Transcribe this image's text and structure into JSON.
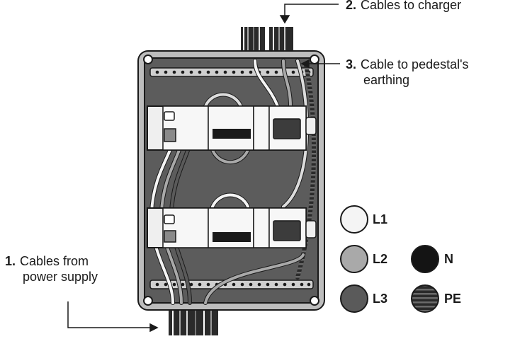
{
  "callouts": {
    "charger": {
      "number": "2.",
      "text": "Cables to charger"
    },
    "earthing": {
      "number": "3.",
      "line1": "Cable to pedestal's",
      "line2": "earthing"
    },
    "supply": {
      "number": "1.",
      "line1": "Cables from",
      "line2": "power supply"
    }
  },
  "legend": [
    {
      "label": "L1",
      "color": "#f4f4f4"
    },
    {
      "label": "L2",
      "color": "#a9a9a9"
    },
    {
      "label": "L3",
      "color": "#5a5a5a"
    },
    {
      "label": "N",
      "color": "#141414"
    },
    {
      "label": "PE",
      "color": "#3a3a3a",
      "pattern": "striped"
    }
  ]
}
